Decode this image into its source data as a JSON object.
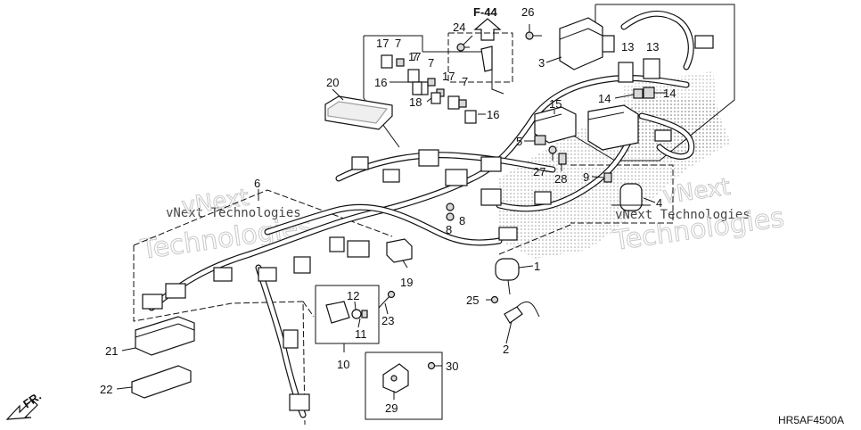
{
  "figure_ref": "F-44",
  "diagram_code": "HR5AF4500A",
  "direction_label": "FR.",
  "watermarks": {
    "text_small_1": "vNext Technologies",
    "text_small_2": "vNext Technologies",
    "text_big_a1": "vNext",
    "text_big_a2": "Technologies",
    "text_big_b1": "vNext",
    "text_big_b2": "Technologies"
  },
  "callouts": [
    "1",
    "2",
    "3",
    "4",
    "5",
    "6",
    "7",
    "7",
    "7",
    "7",
    "8",
    "8",
    "9",
    "10",
    "11",
    "12",
    "13",
    "13",
    "14",
    "14",
    "15",
    "16",
    "16",
    "17",
    "17",
    "17",
    "17",
    "18",
    "19",
    "20",
    "21",
    "22",
    "23",
    "24",
    "25",
    "26",
    "27",
    "28",
    "29",
    "30"
  ]
}
